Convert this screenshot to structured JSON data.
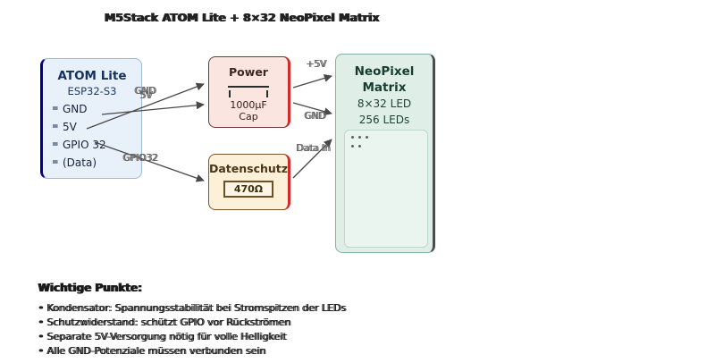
{
  "title": "M5Stack ATOM Lite + 8×32 NeoPixel Matrix",
  "nodes": {
    "atom": {
      "title": "ATOM Lite",
      "subtitle": "ESP32-S3",
      "pin_marker": "=",
      "pins": [
        "GND",
        "5V",
        "GPIO 32",
        "(Data)"
      ]
    },
    "power": {
      "title": "Power",
      "cap_value": "1000µF",
      "cap_label": "Cap"
    },
    "resistor": {
      "title": "Datenschutz",
      "value": "470Ω"
    },
    "matrix": {
      "title_line1": "NeoPixel",
      "title_line2": "Matrix",
      "spec1": "8×32 LED",
      "spec2": "256 LEDs"
    }
  },
  "edges": {
    "atom_power_gnd": "GND",
    "atom_power_5v": "5V",
    "atom_resistor": "GPIO32",
    "power_matrix_5v": "+5V",
    "power_matrix_gnd": "GND",
    "resistor_matrix": "Data In"
  },
  "notes": {
    "heading": "Wichtige Punkte:",
    "items": [
      "• Kondensator: Spannungsstabilität bei Stromspitzen der LEDs",
      "• Schutzwiderstand: schützt GPIO vor Rückströmen",
      "• Separate 5V-Versorgung nötig für volle Helligkeit",
      "• Alle GND-Potenziale müssen verbunden sein"
    ]
  },
  "colors": {
    "atom_fill": "#e8f0fa",
    "atom_border": "#9fb9d8",
    "atom_accent": "#00008b",
    "power_fill": "#fae5e0",
    "power_border": "#703a33",
    "power_accent": "#d42a2a",
    "resistor_fill": "#fcf0d9",
    "resistor_border": "#77592b",
    "matrix_fill": "#dfefe7",
    "matrix_border": "#86b3a0",
    "matrix_accent": "#4a4f4d",
    "edge_line": "#484848",
    "edge_label": "#666666"
  }
}
